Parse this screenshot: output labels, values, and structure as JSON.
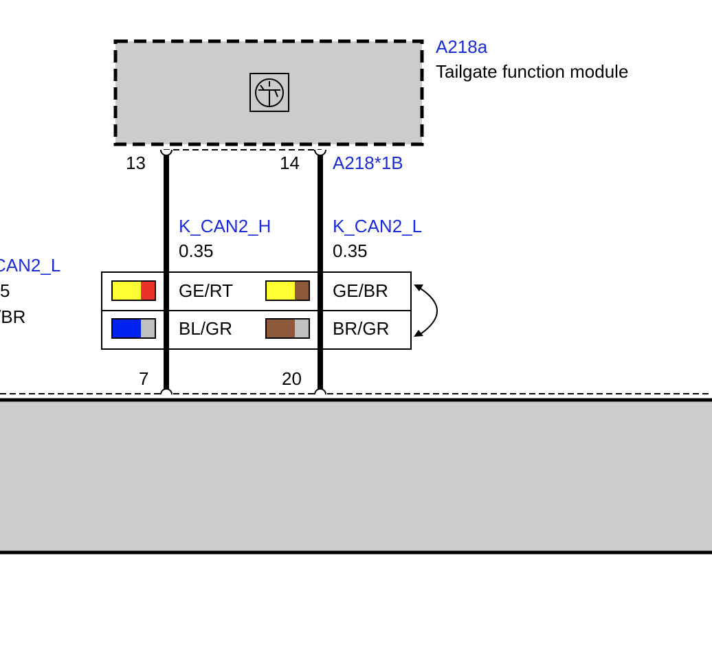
{
  "colors": {
    "label_blue": "#1a2bd6",
    "module_fill": "#cccccc",
    "wire": "#000000",
    "yellow": "#ffff33",
    "red": "#e8322a",
    "blue": "#0022ee",
    "brown": "#8c5a3a",
    "grey": "#c0c0c0"
  },
  "module_top": {
    "id": "A218a",
    "name": "Tailgate function module",
    "icon": "transistor-icon"
  },
  "connector_top": {
    "id": "A218*1B"
  },
  "pins": {
    "top_left": "13",
    "top_right": "14",
    "bottom_left": "7",
    "bottom_right": "20"
  },
  "wires": [
    {
      "signal": "K_CAN2_H",
      "gauge": "0.35"
    },
    {
      "signal": "K_CAN2_L",
      "gauge": "0.35"
    }
  ],
  "color_table": {
    "row1": {
      "left_code": "GE/RT",
      "right_code": "GE/BR"
    },
    "row2": {
      "left_code": "BL/GR",
      "right_code": "BR/GR"
    },
    "swap_icon": "double-arrow-icon"
  },
  "cut_off_left": {
    "signal": "CAN2_L",
    "gauge": "5",
    "code": "/BR"
  }
}
